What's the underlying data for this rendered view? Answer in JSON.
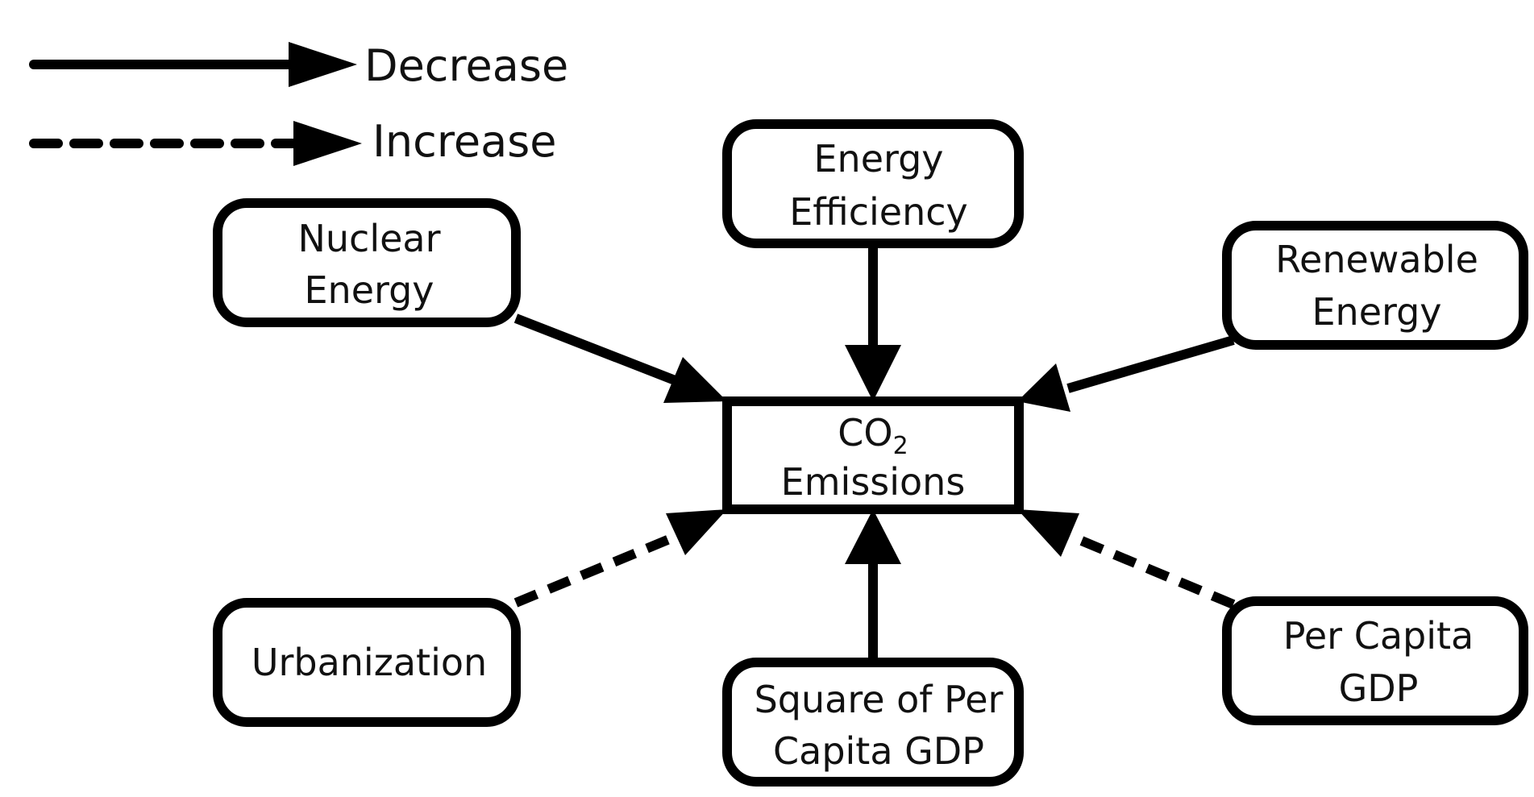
{
  "legend": {
    "decrease_label": "Decrease",
    "increase_label": "Increase"
  },
  "nodes": {
    "center": {
      "line1_main": "CO",
      "line1_sub": "2",
      "line2": "Emissions"
    },
    "nuclear": {
      "line1": "Nuclear",
      "line2": "Energy"
    },
    "efficiency": {
      "line1": "Energy",
      "line2": "Efficiency"
    },
    "renewable": {
      "line1": "Renewable",
      "line2": "Energy"
    },
    "urbanization": {
      "line1": "Urbanization"
    },
    "square_gdp": {
      "line1": "Square of Per",
      "line2": "Capita GDP"
    },
    "per_capita_gdp": {
      "line1": "Per Capita",
      "line2": "GDP"
    }
  },
  "edges": [
    {
      "from": "Nuclear Energy",
      "to": "CO2 Emissions",
      "effect": "Decrease"
    },
    {
      "from": "Energy Efficiency",
      "to": "CO2 Emissions",
      "effect": "Decrease"
    },
    {
      "from": "Renewable Energy",
      "to": "CO2 Emissions",
      "effect": "Decrease"
    },
    {
      "from": "Urbanization",
      "to": "CO2 Emissions",
      "effect": "Increase"
    },
    {
      "from": "Square of Per Capita GDP",
      "to": "CO2 Emissions",
      "effect": "Decrease"
    },
    {
      "from": "Per Capita GDP",
      "to": "CO2 Emissions",
      "effect": "Increase"
    }
  ]
}
